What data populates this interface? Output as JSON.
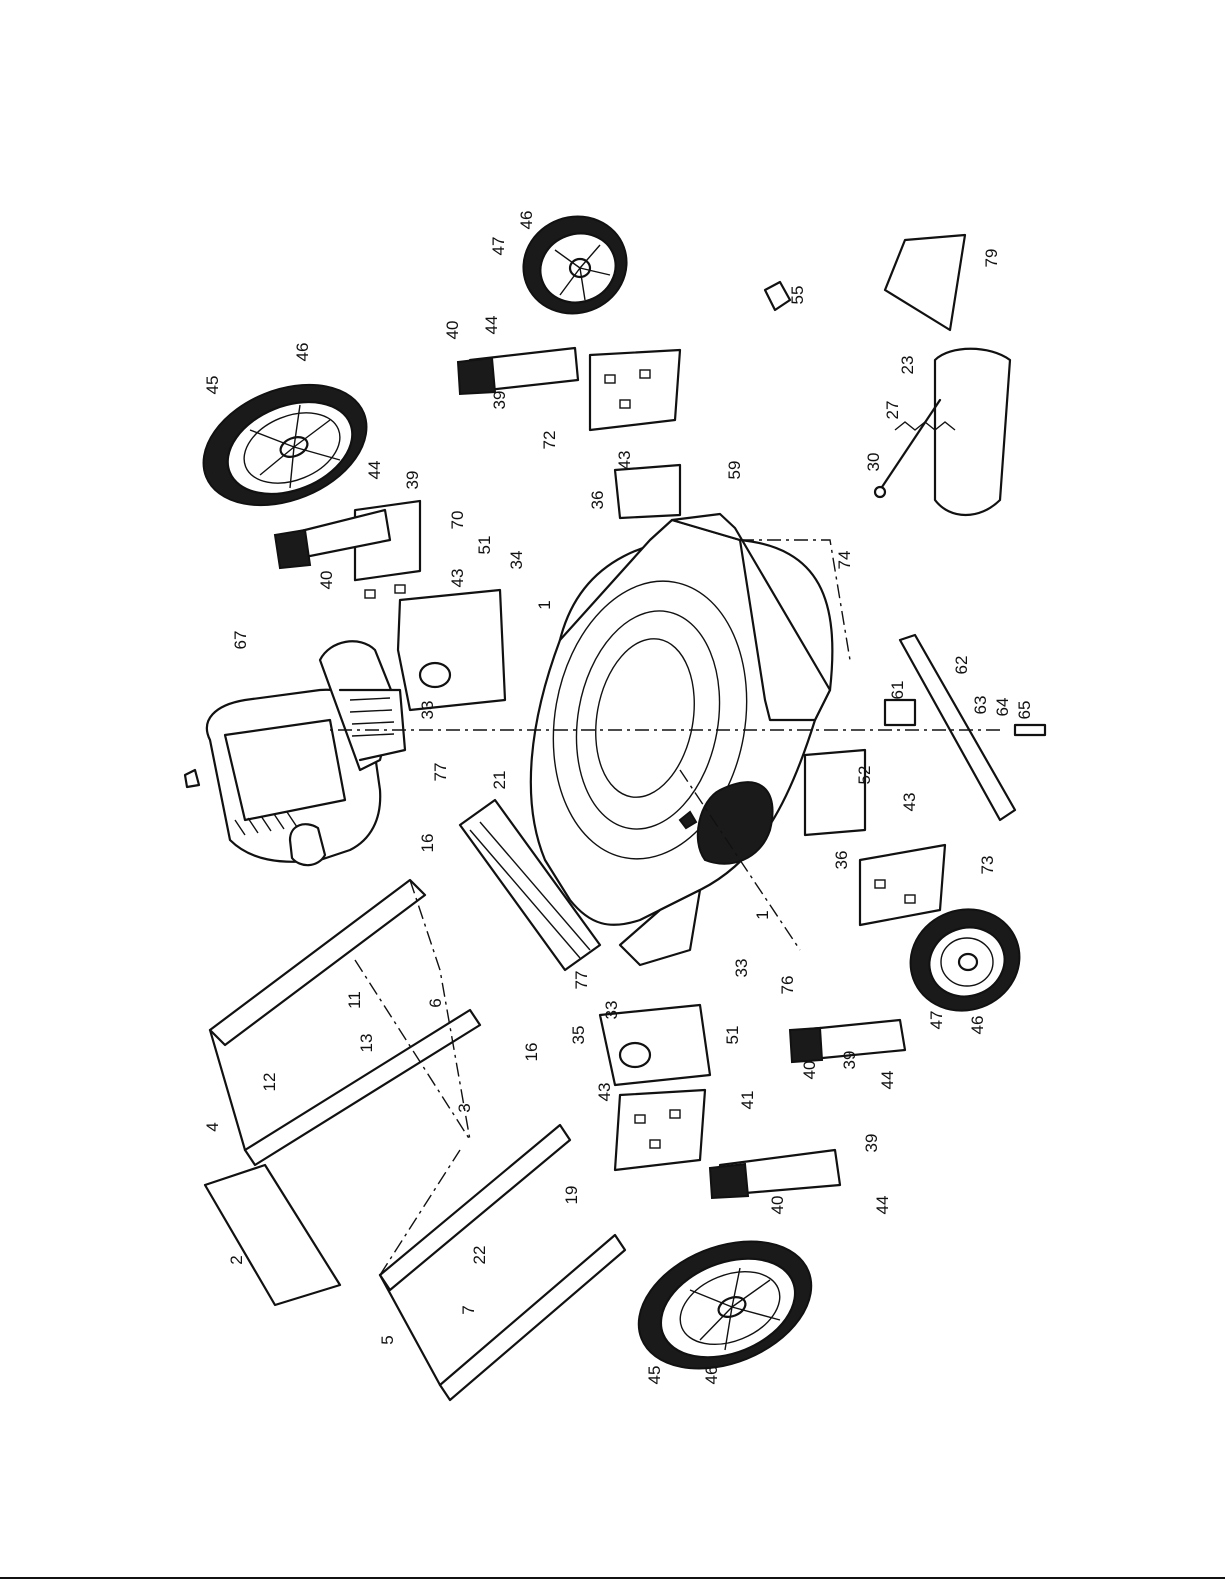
{
  "callouts": [
    {
      "id": "c1",
      "label": "46"
    },
    {
      "id": "c2",
      "label": "47"
    },
    {
      "id": "c3",
      "label": "40"
    },
    {
      "id": "c4",
      "label": "44"
    },
    {
      "id": "c5",
      "label": "39"
    },
    {
      "id": "c6",
      "label": "72"
    },
    {
      "id": "c7",
      "label": "43"
    },
    {
      "id": "c8",
      "label": "36"
    },
    {
      "id": "c9",
      "label": "59"
    },
    {
      "id": "c10",
      "label": "55"
    },
    {
      "id": "c11",
      "label": "79"
    },
    {
      "id": "c12",
      "label": "23"
    },
    {
      "id": "c13",
      "label": "27"
    },
    {
      "id": "c14",
      "label": "30"
    },
    {
      "id": "c15",
      "label": "45"
    },
    {
      "id": "c16",
      "label": "46"
    },
    {
      "id": "c17",
      "label": "44"
    },
    {
      "id": "c18",
      "label": "39"
    },
    {
      "id": "c19",
      "label": "70"
    },
    {
      "id": "c20",
      "label": "40"
    },
    {
      "id": "c21",
      "label": "43"
    },
    {
      "id": "c22",
      "label": "51"
    },
    {
      "id": "c23",
      "label": "34"
    },
    {
      "id": "c24",
      "label": "1"
    },
    {
      "id": "c25",
      "label": "74"
    },
    {
      "id": "c26",
      "label": "67"
    },
    {
      "id": "c27",
      "label": "33"
    },
    {
      "id": "c28",
      "label": "62"
    },
    {
      "id": "c29",
      "label": "61"
    },
    {
      "id": "c30",
      "label": "63"
    },
    {
      "id": "c31",
      "label": "64"
    },
    {
      "id": "c32",
      "label": "65"
    },
    {
      "id": "c33",
      "label": "77"
    },
    {
      "id": "c34",
      "label": "21"
    },
    {
      "id": "c35",
      "label": "52"
    },
    {
      "id": "c36",
      "label": "43"
    },
    {
      "id": "c37",
      "label": "36"
    },
    {
      "id": "c38",
      "label": "73"
    },
    {
      "id": "c39",
      "label": "16"
    },
    {
      "id": "c40",
      "label": "11"
    },
    {
      "id": "c41",
      "label": "6"
    },
    {
      "id": "c42",
      "label": "1"
    },
    {
      "id": "c43",
      "label": "33"
    },
    {
      "id": "c44",
      "label": "77"
    },
    {
      "id": "c45",
      "label": "76"
    },
    {
      "id": "c46",
      "label": "33"
    },
    {
      "id": "c47",
      "label": "35"
    },
    {
      "id": "c48",
      "label": "12"
    },
    {
      "id": "c49",
      "label": "13"
    },
    {
      "id": "c50",
      "label": "16"
    },
    {
      "id": "c51",
      "label": "51"
    },
    {
      "id": "c52",
      "label": "4"
    },
    {
      "id": "c53",
      "label": "3"
    },
    {
      "id": "c54",
      "label": "43"
    },
    {
      "id": "c55",
      "label": "41"
    },
    {
      "id": "c56",
      "label": "40"
    },
    {
      "id": "c57",
      "label": "39"
    },
    {
      "id": "c58",
      "label": "44"
    },
    {
      "id": "c59",
      "label": "47"
    },
    {
      "id": "c60",
      "label": "46"
    },
    {
      "id": "c61",
      "label": "39"
    },
    {
      "id": "c62",
      "label": "19"
    },
    {
      "id": "c63",
      "label": "2"
    },
    {
      "id": "c64",
      "label": "22"
    },
    {
      "id": "c65",
      "label": "40"
    },
    {
      "id": "c66",
      "label": "44"
    },
    {
      "id": "c67",
      "label": "7"
    },
    {
      "id": "c68",
      "label": "5"
    },
    {
      "id": "c69",
      "label": "45"
    },
    {
      "id": "c70",
      "label": "46"
    }
  ]
}
